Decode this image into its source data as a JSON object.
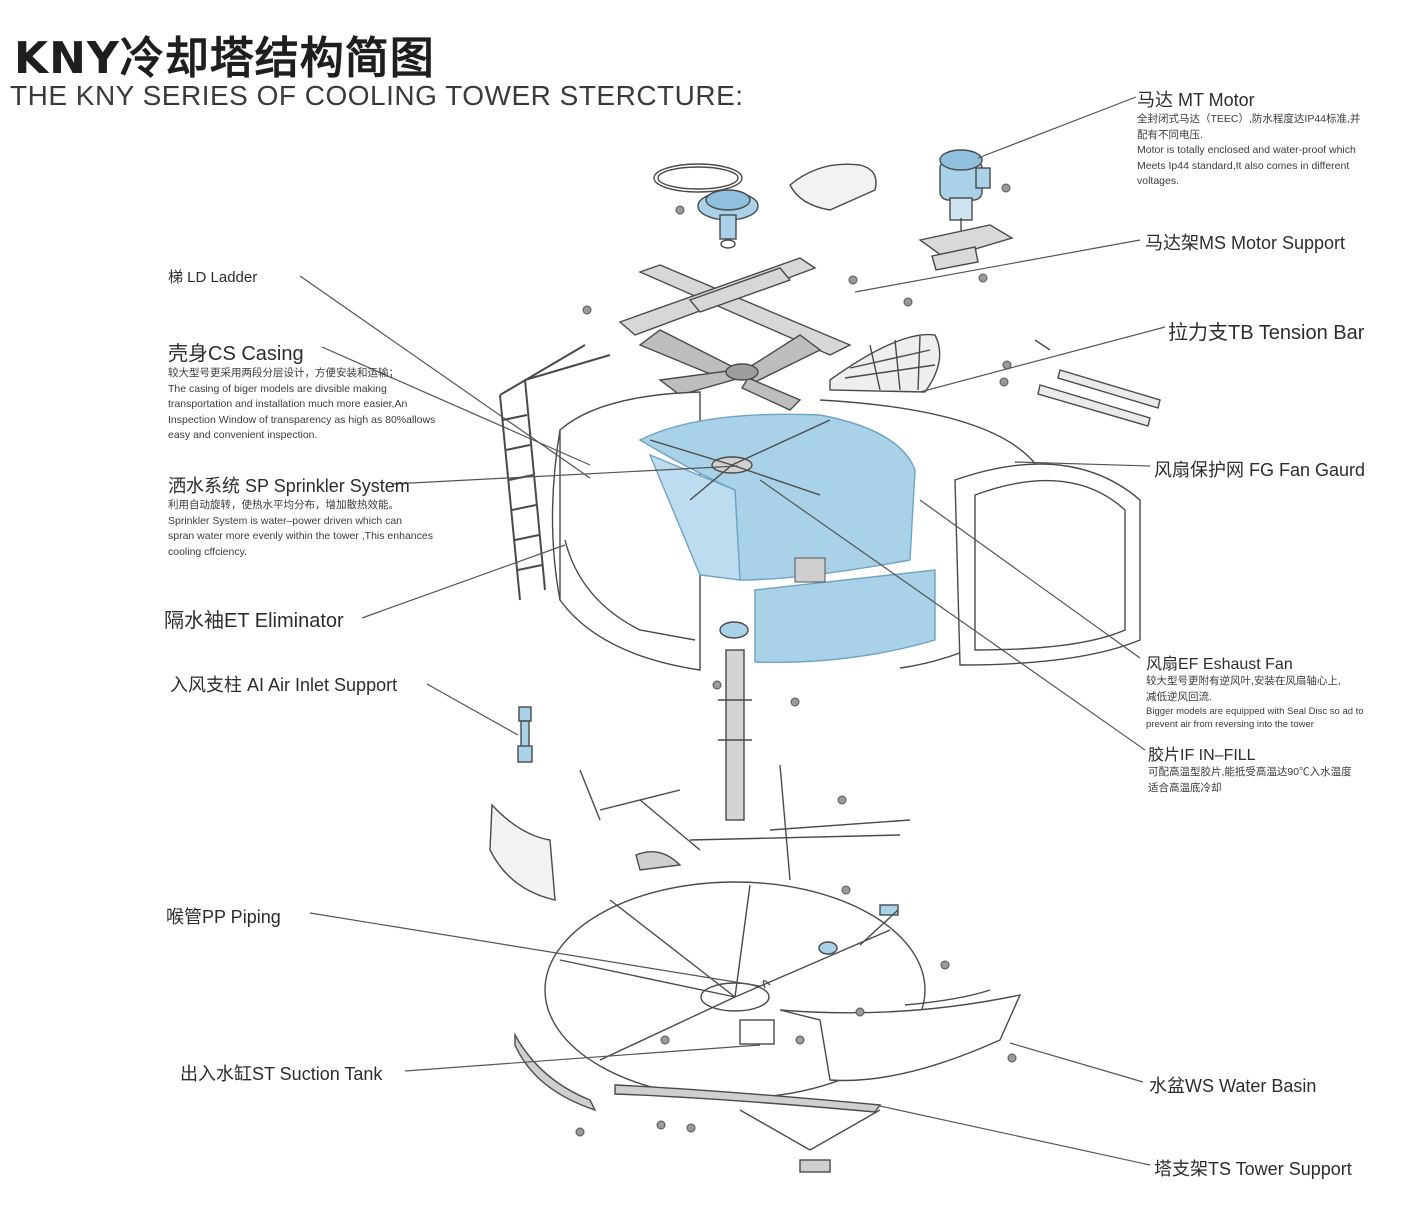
{
  "title_cn": "KNY冷却塔结构简图",
  "title_en": "THE KNY SERIES OF COOLING TOWER STERCTURE:",
  "labels": {
    "motor": {
      "heading": "马达 MT  Motor",
      "desc": [
        "全封闭式马达（TEEC）,防水程度达IP44标准,并",
        "配有不同电压.",
        "Motor is totally enclosed and water-proof which",
        "Meets Ip44 standard,It also comes in different",
        "voltages."
      ]
    },
    "motor_support": {
      "heading": "马达架MS  Motor Support"
    },
    "tension_bar": {
      "heading": "拉力支TB  Tension Bar"
    },
    "fan_guard": {
      "heading": "风扇保护网  FG  Fan Gaurd"
    },
    "exhaust_fan": {
      "heading": "风扇EF  Eshaust Fan",
      "desc": [
        "较大型号更附有逆风叶,安装在风扇轴心上,",
        "减低逆风回流."
      ],
      "desc_small": [
        "Bigger models are equipped with Seal Disc so ad to",
        "prevent air from reversing into the tower"
      ]
    },
    "infill": {
      "heading": "胶片IF  IN–FILL",
      "desc": [
        "可配高温型胶片,能抵受高温达90℃入水温度",
        "适合高温底冷却"
      ]
    },
    "water_basin": {
      "heading": "水盆WS  Water Basin"
    },
    "tower_support": {
      "heading": "塔支架TS  Tower Support"
    },
    "ladder": {
      "heading": "梯 LD   Ladder"
    },
    "casing": {
      "heading": "壳身CS  Casing",
      "desc": [
        "较大型号更采用两段分层设计，方便安装和运输；",
        "The casing of biger models are divsible making",
        "transportation and installation much more easier,An",
        "Inspection Window of transparency as high as 80%allows",
        "easy and convenient inspection."
      ]
    },
    "sprinkler": {
      "heading": "洒水系统 SP  Sprinkler System",
      "desc": [
        "利用自动旋转，使热水平均分布，增加散热效能。",
        "Sprinkler System is water–power driven which can",
        "spran water more evenly within the tower ,This enhances",
        "cooling cffciency."
      ]
    },
    "eliminator": {
      "heading": "隔水袖ET Eliminator"
    },
    "air_inlet": {
      "heading": "入风支柱 AI  Air Inlet Support"
    },
    "piping": {
      "heading": "喉管PP  Piping"
    },
    "suction_tank": {
      "heading": "出入水缸ST  Suction Tank"
    }
  },
  "colors": {
    "accent": "#a9d1e8",
    "accent_dark": "#6fa3c4",
    "line": "#4a4a4a"
  }
}
